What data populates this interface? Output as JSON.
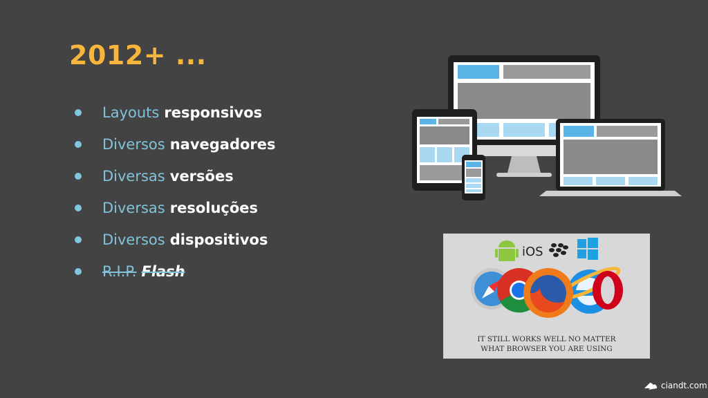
{
  "slide": {
    "title": "2012+ ...",
    "bullets": [
      {
        "light": "Layouts",
        "bold": "responsivos"
      },
      {
        "light": "Diversos",
        "bold": "navegadores"
      },
      {
        "light": "Diversas",
        "bold": "versões"
      },
      {
        "light": "Diversas",
        "bold": "resoluções"
      },
      {
        "light": "Diversos",
        "bold": "dispositivos"
      },
      {
        "light": "R.I.P.",
        "bold": "Flash"
      }
    ],
    "browser_image": {
      "os_label": "iOS",
      "caption_line1": "IT STILL WORKS WELL NO MATTER",
      "caption_line2": "WHAT BROWSER YOU ARE USING"
    },
    "logo_text": "ciandt.com"
  },
  "colors": {
    "background": "#434343",
    "title": "#f6b53b",
    "bullet_light": "#82c3dc",
    "bullet_bold": "#ffffff",
    "screen_blue": "#5ab4e5"
  }
}
